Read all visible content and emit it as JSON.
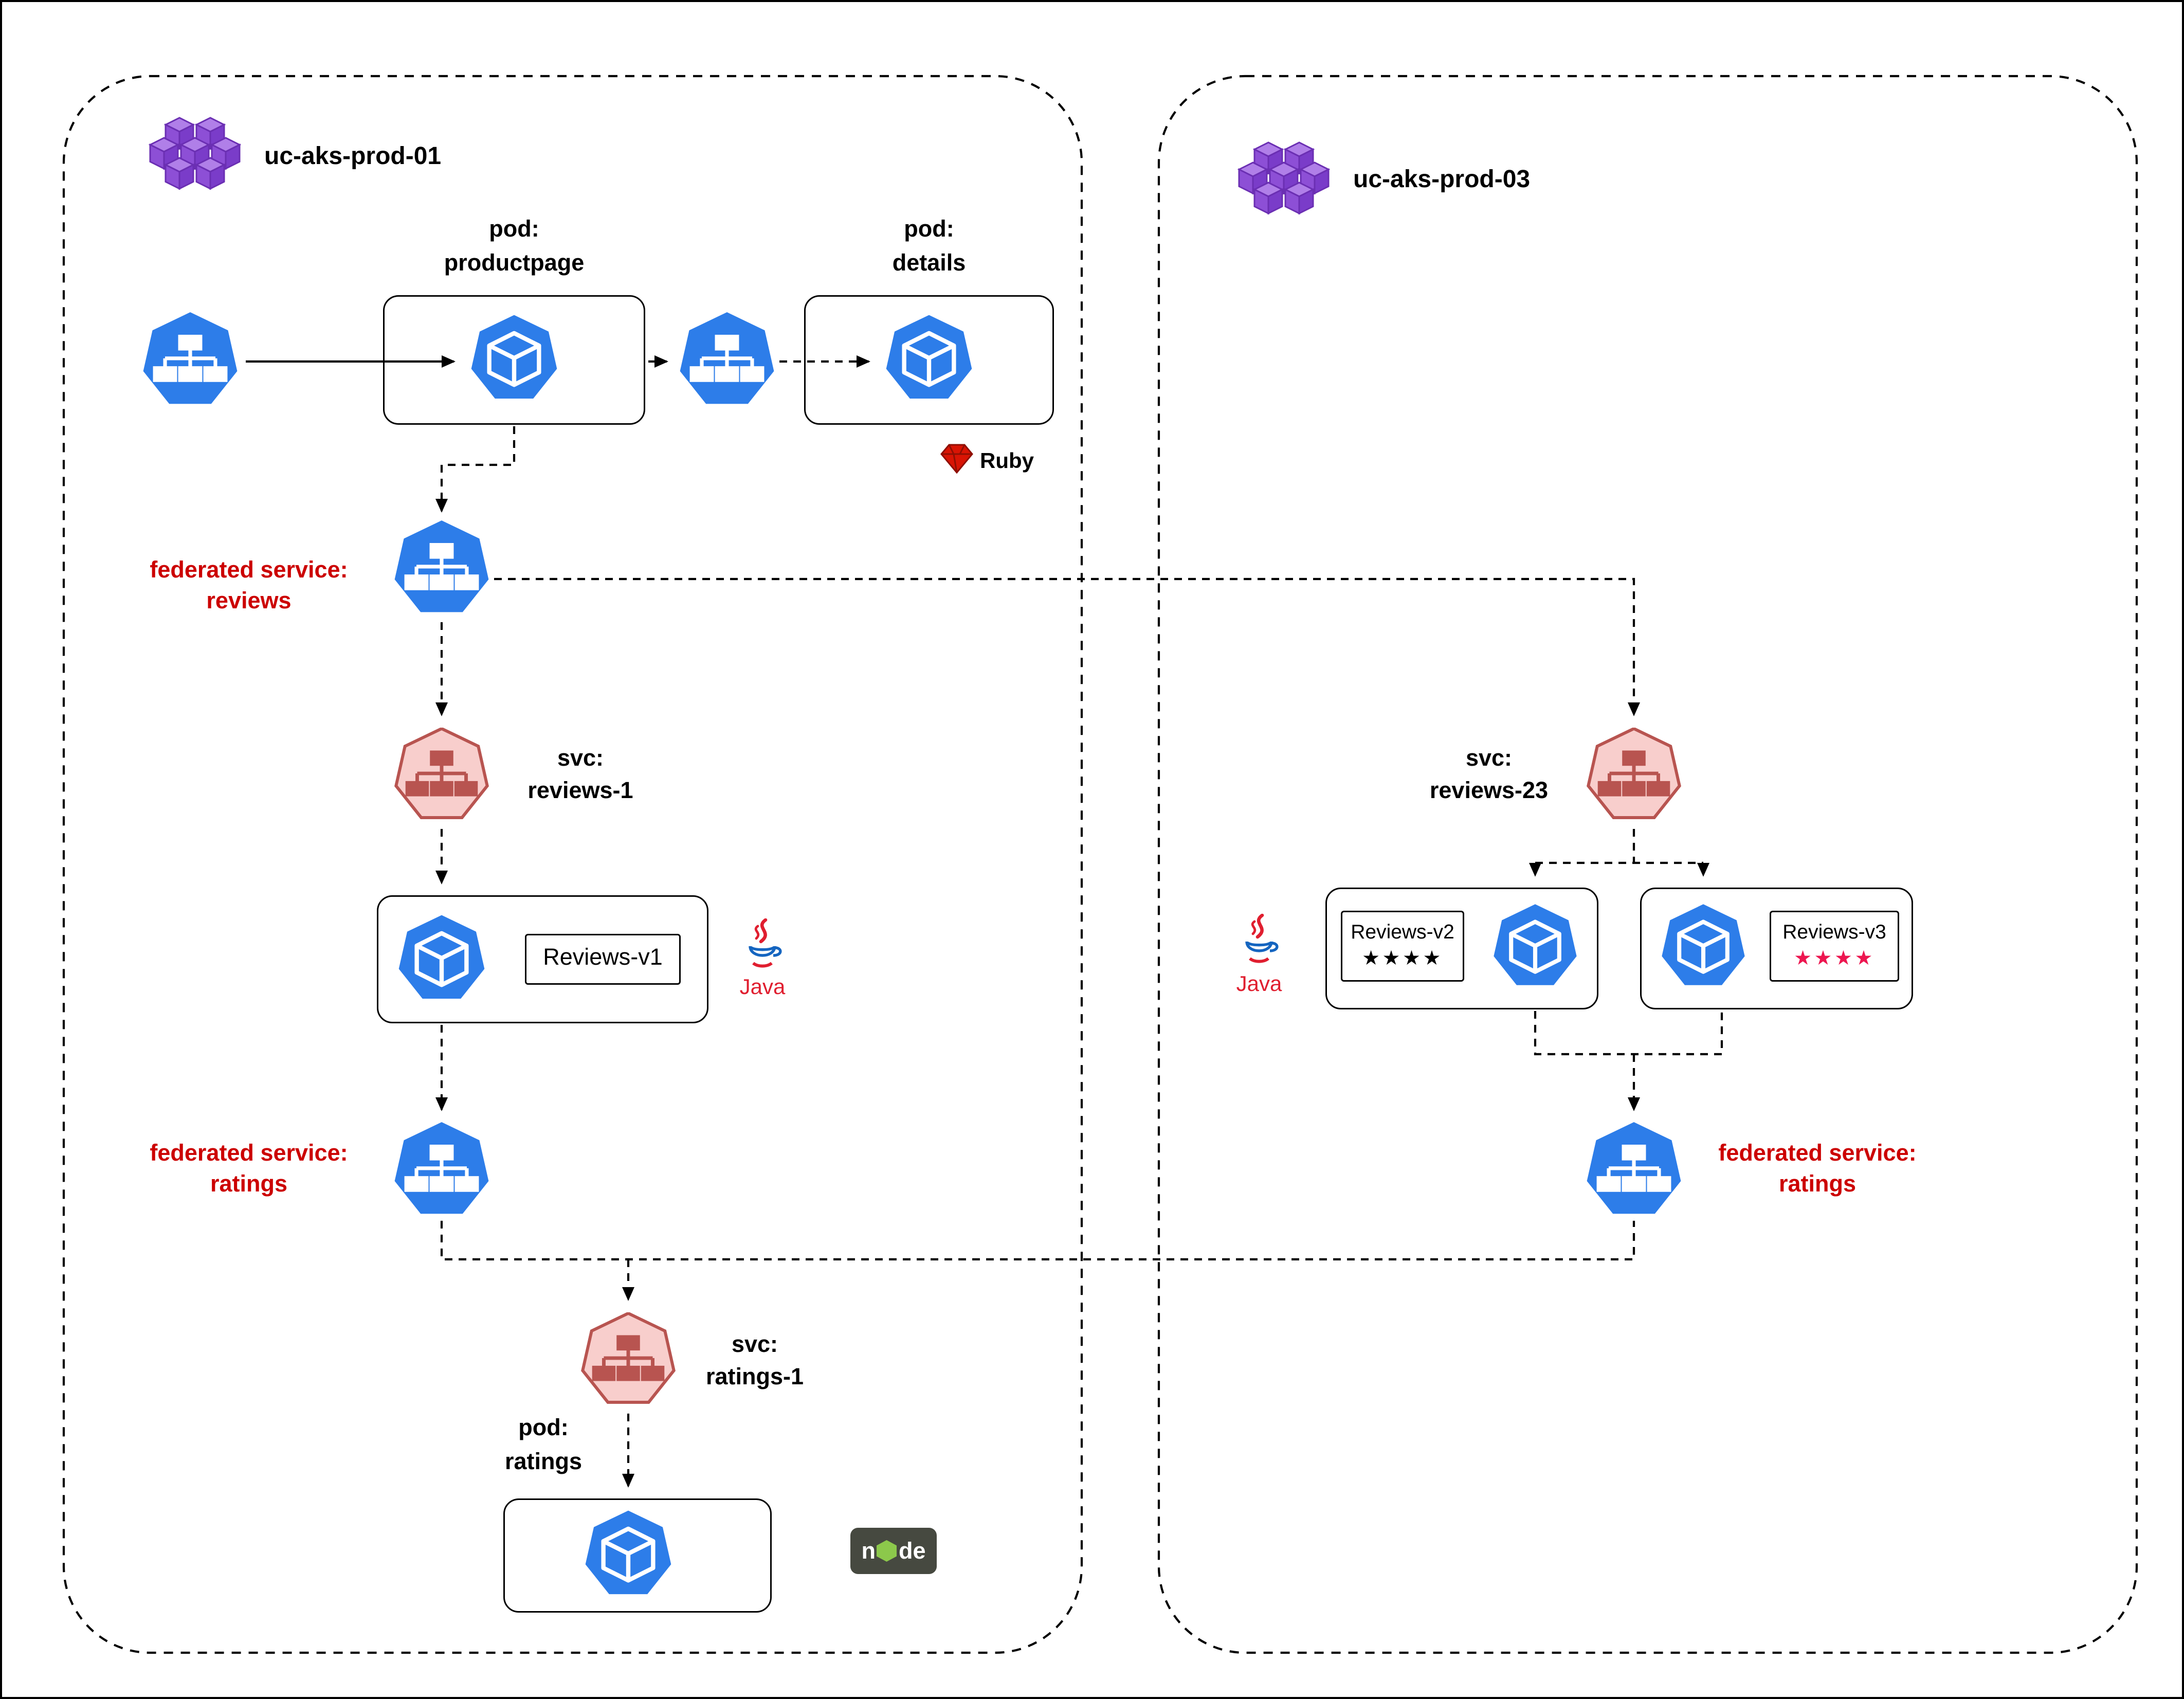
{
  "colors": {
    "k8s_blue": "#2d7de9",
    "svc_pink_fill": "#f8cecc",
    "svc_pink_stroke": "#b85450",
    "federated_text_red": "#cc0000",
    "cluster_purple": "#8d4fd6",
    "star_black": "#000000",
    "star_pink": "#ed1650",
    "java_red": "#e01e2f",
    "node_green": "#8cc84b",
    "node_badge_bg": "#464940"
  },
  "left_cluster": {
    "name": "uc-aks-prod-01",
    "pod_productpage_label": {
      "line1": "pod:",
      "line2": "productpage"
    },
    "pod_details_label": {
      "line1": "pod:",
      "line2": "details"
    },
    "ruby_label": "Ruby",
    "federated_reviews_label": {
      "line1": "federated service:",
      "line2": "reviews"
    },
    "svc_reviews1_label": {
      "line1": "svc:",
      "line2": "reviews-1"
    },
    "reviews_v1_box_label": "Reviews-v1",
    "java_label": "Java",
    "federated_ratings_label": {
      "line1": "federated service:",
      "line2": "ratings"
    },
    "svc_ratings1_label": {
      "line1": "svc:",
      "line2": "ratings-1"
    },
    "pod_ratings_label": {
      "line1": "pod:",
      "line2": "ratings"
    },
    "node_badge": {
      "text": "node",
      "pre": "n",
      "post": "de"
    }
  },
  "right_cluster": {
    "name": "uc-aks-prod-03",
    "svc_reviews23_label": {
      "line1": "svc:",
      "line2": "reviews-23"
    },
    "java_label": "Java",
    "reviews_v2": {
      "label": "Reviews-v2",
      "stars": "★★★★"
    },
    "reviews_v3": {
      "label": "Reviews-v3",
      "stars": "★★★★"
    },
    "federated_ratings_label": {
      "line1": "federated service:",
      "line2": "ratings"
    }
  }
}
